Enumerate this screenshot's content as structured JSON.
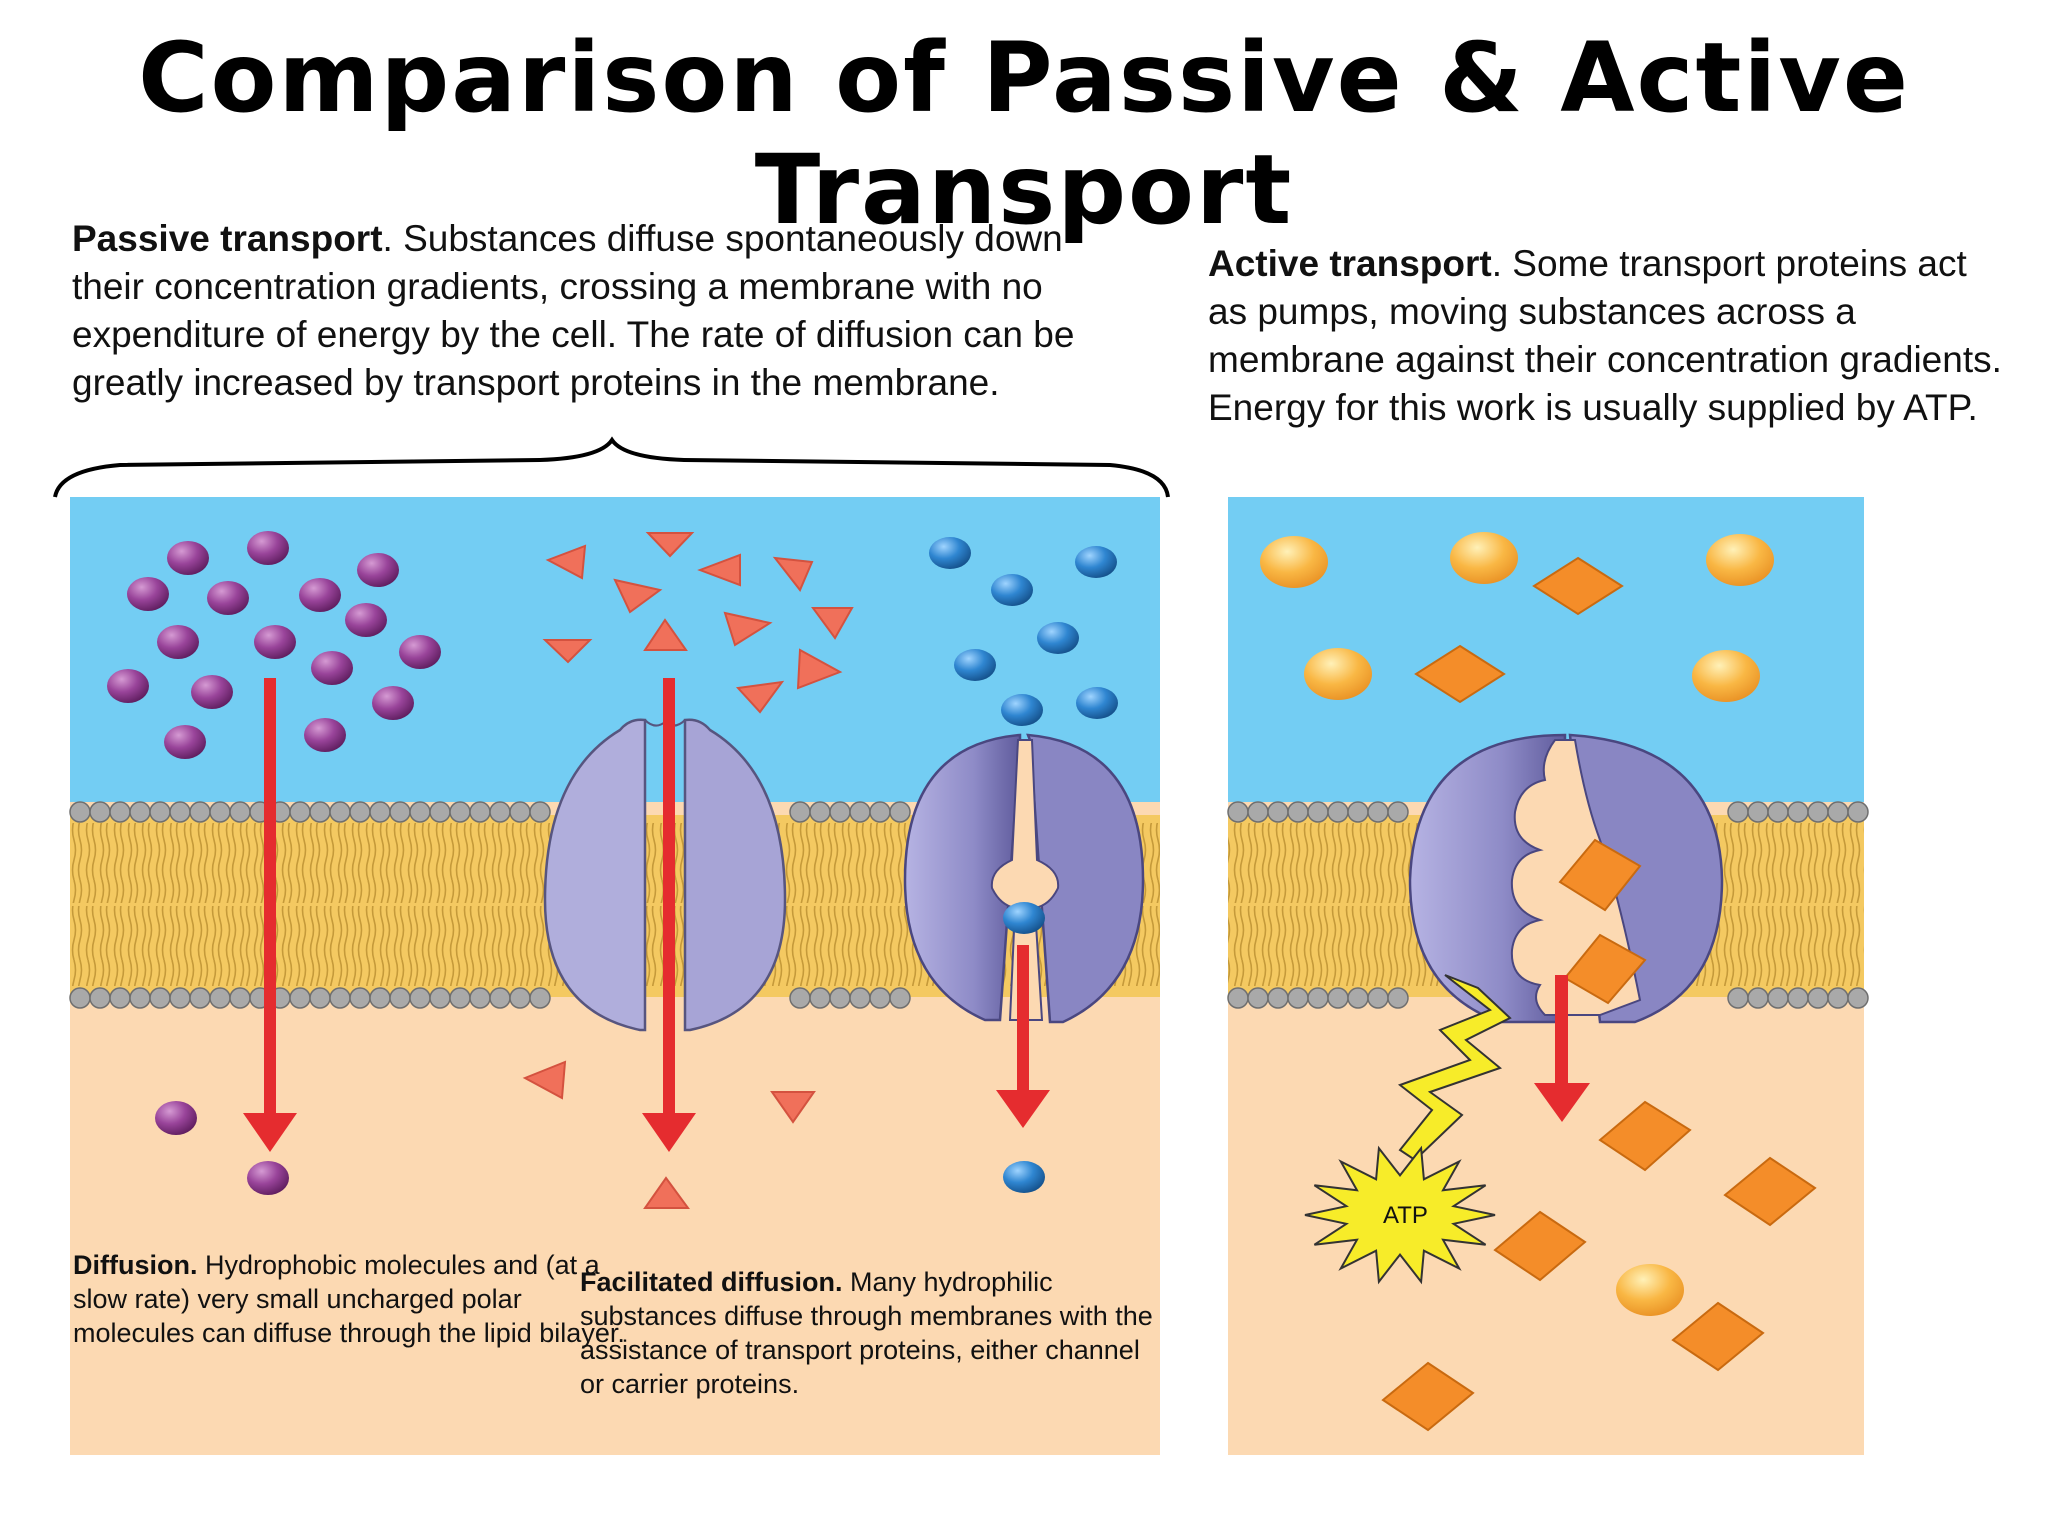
{
  "title": "Comparison of Passive & Active Transport",
  "passive": {
    "heading": "Passive transport",
    "text": ". Substances diffuse spontaneously down their concentration gradients, crossing a membrane with no expenditure of energy by the cell. The rate of diffusion can be greatly increased by transport proteins in the membrane."
  },
  "active": {
    "heading": "Active transport",
    "text": ". Some transport proteins act as pumps, moving substances across a membrane against their concentration gradients. Energy for this work is usually supplied by ATP."
  },
  "diffusion": {
    "heading": "Diffusion.",
    "text": " Hydrophobic molecules and (at a slow rate) very small uncharged polar molecules can diffuse through the lipid bilayer."
  },
  "facilitated": {
    "heading": "Facilitated diffusion.",
    "text": " Many hydrophilic substances diffuse through membranes with the assistance of transport proteins, either channel or carrier proteins."
  },
  "atp_label": "ATP",
  "colors": {
    "extracellular": "#73cdf3",
    "cytoplasm": "#fcd9b2",
    "lipid_tail": "#f4c961",
    "lipid_head": "#a9a9a9",
    "arrow": "#e52c2f",
    "purple_molecule": "#8e3a8e",
    "triangle": "#f0705a",
    "blue_molecule": "#2c84cf",
    "orange": "#f5a23a",
    "protein": "#a8a6d8"
  }
}
